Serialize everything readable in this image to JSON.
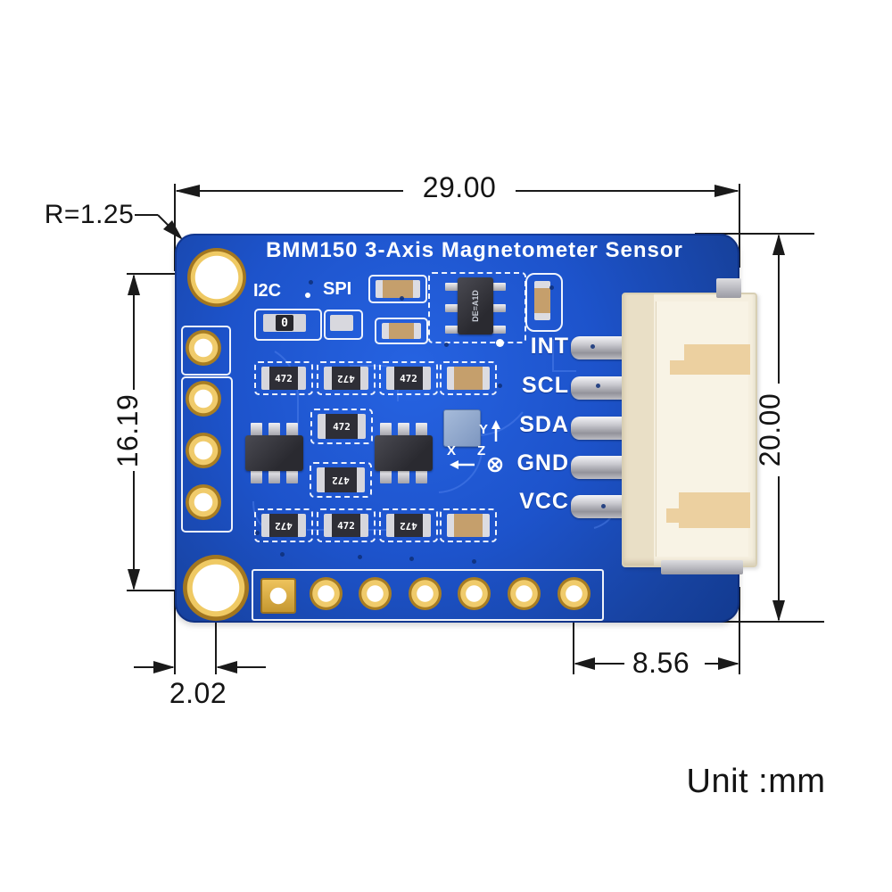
{
  "dimensions": {
    "top_width": "29.00",
    "right_height": "20.00",
    "left_hole_span": "16.19",
    "hole_offset": "2.02",
    "pad_to_edge": "8.56",
    "corner_radius": "R=1.25",
    "unit_label": "Unit :mm"
  },
  "board": {
    "title": "BMM150 3-Axis Magnetometer Sensor",
    "interface_labels": {
      "i2c": "I2C",
      "spi": "SPI"
    },
    "pin_labels": [
      "INT",
      "SCL",
      "SDA",
      "GND",
      "VCC"
    ],
    "axis_labels": {
      "x": "X",
      "y": "Y",
      "z": "Z"
    },
    "component_markings": {
      "resistor_472": "472",
      "resistor_0": "0",
      "ic_top": "DE=A1D"
    }
  },
  "colors": {
    "pcb_blue": "#1d53cb",
    "silkscreen": "#ffffff",
    "pad_gold": "#e0b04d",
    "connector_cream": "#f3edda",
    "dimension_ink": "#1a1a1a"
  }
}
